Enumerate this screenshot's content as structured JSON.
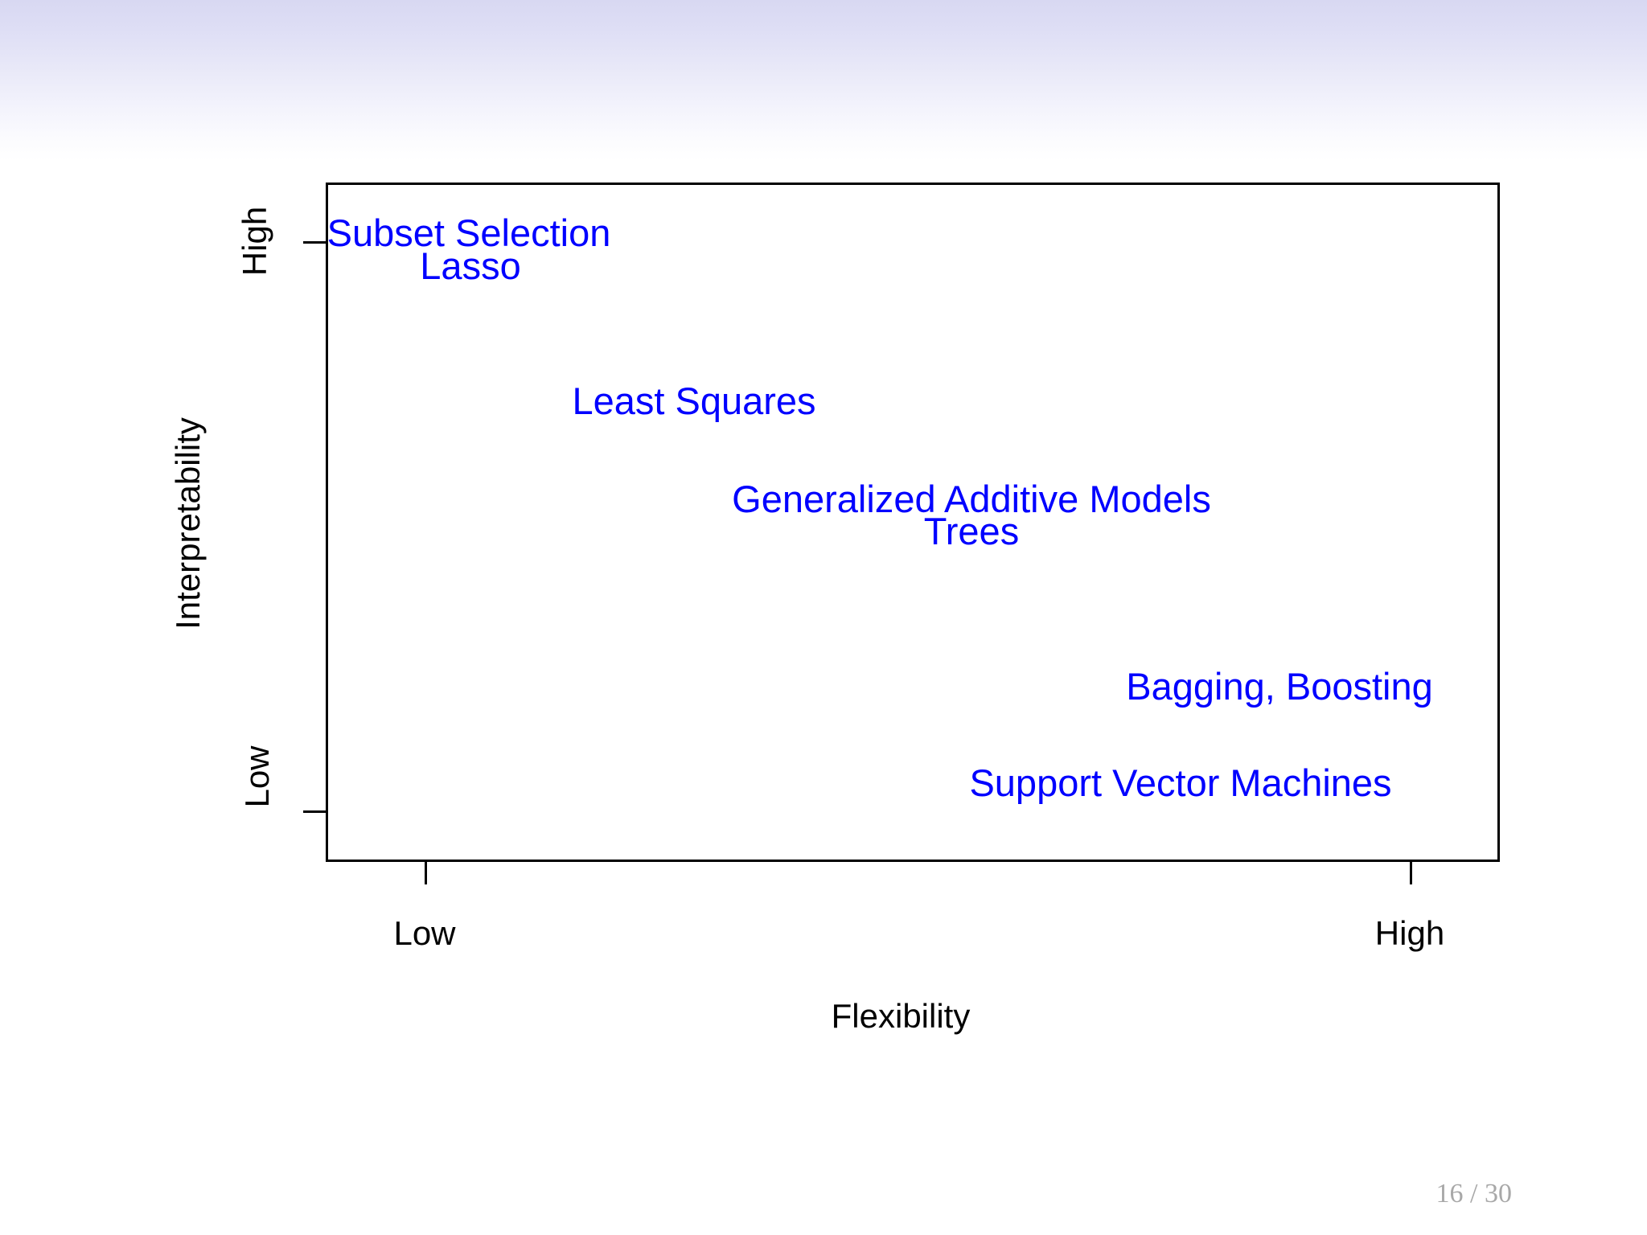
{
  "slide": {
    "page_number": "16 / 30",
    "accent_color": "#0000ff",
    "header_gradient_color": "#d8d8f2",
    "axis_color": "#000000"
  },
  "chart_data": {
    "type": "scatter",
    "title": "",
    "xlabel": "Flexibility",
    "ylabel": "Interpretability",
    "xticklabels": [
      "Low",
      "High"
    ],
    "yticklabels": [
      "Low",
      "High"
    ],
    "xlim": [
      "Low",
      "High"
    ],
    "ylim": [
      "Low",
      "High"
    ],
    "grid": false,
    "legend": "none",
    "label_color": "#0000ff",
    "annotations": [
      {
        "text": "Subset Selection",
        "x": 0.12,
        "y": 0.96
      },
      {
        "text": "Lasso",
        "x": 0.23,
        "y": 0.91
      },
      {
        "text": "Least Squares",
        "x": 0.36,
        "y": 0.76
      },
      {
        "text": "Generalized Additive Models",
        "x": 0.58,
        "y": 0.62
      },
      {
        "text": "Trees",
        "x": 0.58,
        "y": 0.57
      },
      {
        "text": "Bagging, Boosting",
        "x": 0.82,
        "y": 0.35
      },
      {
        "text": "Support Vector Machines",
        "x": 0.73,
        "y": 0.21
      }
    ]
  }
}
